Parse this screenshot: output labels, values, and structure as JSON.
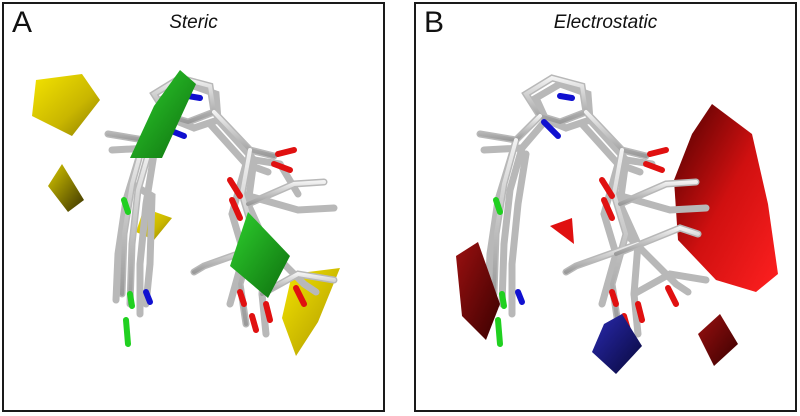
{
  "panels": [
    {
      "letter": "A",
      "title": "Steric"
    },
    {
      "letter": "B",
      "title": "Electrostatic"
    }
  ],
  "colors": {
    "steric_favorable": "#1fa81f",
    "steric_unfavorable": "#c8b400",
    "electro_positive": "#1a1a8c",
    "electro_negative": "#d01010",
    "carbon": "#d8d8d8",
    "oxygen": "#e01010",
    "nitrogen": "#1010d0",
    "chlorine": "#20d020"
  }
}
